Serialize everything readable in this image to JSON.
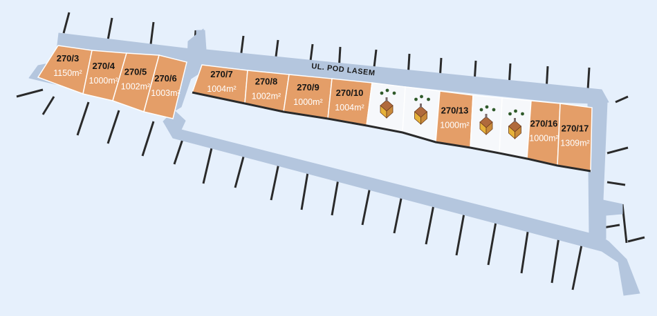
{
  "street": {
    "name": "UL. POD LASEM"
  },
  "area_unit": "m²",
  "colors": {
    "background": "#e6f0fc",
    "road": "#b4c6de",
    "plot_available": "#e49e68",
    "plot_sold": "#f6f8fb",
    "boundary": "#2a2a2a"
  },
  "plots": [
    {
      "id": "270/3",
      "area": "1150",
      "status": "available"
    },
    {
      "id": "270/4",
      "area": "1000",
      "status": "available"
    },
    {
      "id": "270/5",
      "area": "1002",
      "status": "available"
    },
    {
      "id": "270/6",
      "area": "1003",
      "status": "available"
    },
    {
      "id": "270/7",
      "area": "1004",
      "status": "available"
    },
    {
      "id": "270/8",
      "area": "1002",
      "status": "available"
    },
    {
      "id": "270/9",
      "area": "1000",
      "status": "available"
    },
    {
      "id": "270/10",
      "area": "1004",
      "status": "available"
    },
    {
      "id": "",
      "area": "",
      "status": "sold",
      "icon": "house-icon"
    },
    {
      "id": "",
      "area": "",
      "status": "sold",
      "icon": "house-icon"
    },
    {
      "id": "270/13",
      "area": "1000",
      "status": "available"
    },
    {
      "id": "",
      "area": "",
      "status": "sold",
      "icon": "house-icon"
    },
    {
      "id": "",
      "area": "",
      "status": "sold",
      "icon": "house-icon"
    },
    {
      "id": "270/16",
      "area": "1000",
      "status": "available"
    },
    {
      "id": "270/17",
      "area": "1309",
      "status": "available"
    }
  ]
}
